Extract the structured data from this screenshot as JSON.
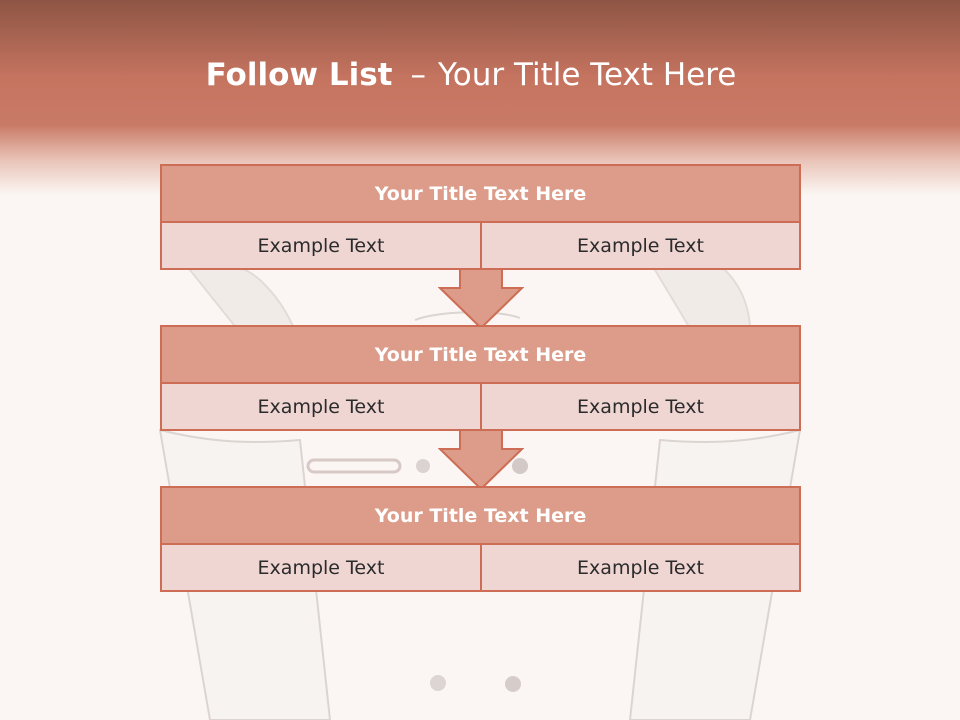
{
  "slide": {
    "title_bold": "Follow List",
    "title_separator": "–",
    "title_rest": "Your Title Text Here"
  },
  "blocks": [
    {
      "title": "Your Title Text Here",
      "left_text": "Example Text",
      "right_text": "Example Text"
    },
    {
      "title": "Your Title Text Here",
      "left_text": "Example Text",
      "right_text": "Example Text"
    },
    {
      "title": "Your Title Text Here",
      "left_text": "Example Text",
      "right_text": "Example Text"
    }
  ],
  "colors": {
    "header_top": "#8e5544",
    "header_main": "#c97a66",
    "block_border": "#cd6d55",
    "block_title_fill": "#dc9c89",
    "cell_fill": "#efd6d3",
    "arrow_fill": "#dc9c89",
    "background": "#fbf6f3"
  },
  "background_image": "chef-in-white-jacket"
}
